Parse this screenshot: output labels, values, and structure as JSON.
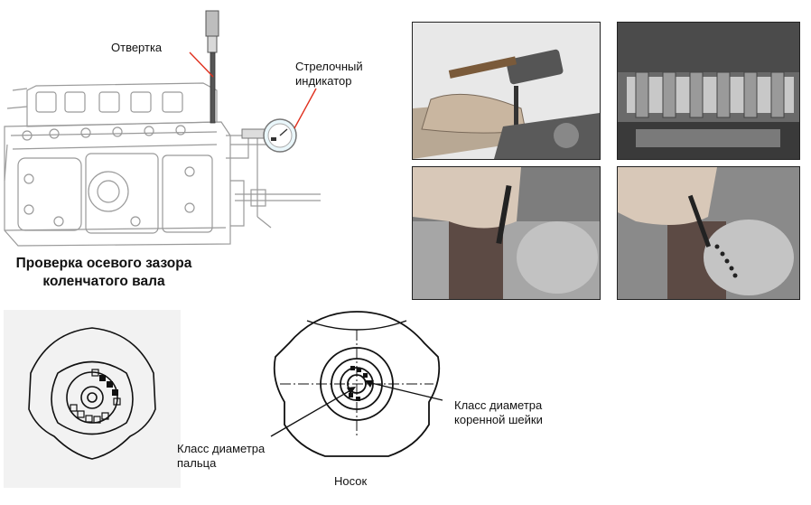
{
  "labels": {
    "screwdriver": "Отвертка",
    "dial_indicator_line1": "Стрелочный",
    "dial_indicator_line2": "индикатор",
    "caption_line1": "Проверка осевого зазора",
    "caption_line2": "коленчатого вала",
    "main_journal_class_line1": "Класс диаметра",
    "main_journal_class_line2": "коренной шейки",
    "pin_class_line1": "Класс диаметра",
    "pin_class_line2": "пальца",
    "nose": "Носок"
  },
  "colors": {
    "leader_red": "#e0301e",
    "line_dark": "#111111",
    "line_gray": "#8a8a8a",
    "photo_dark": "#3e3e3e"
  }
}
